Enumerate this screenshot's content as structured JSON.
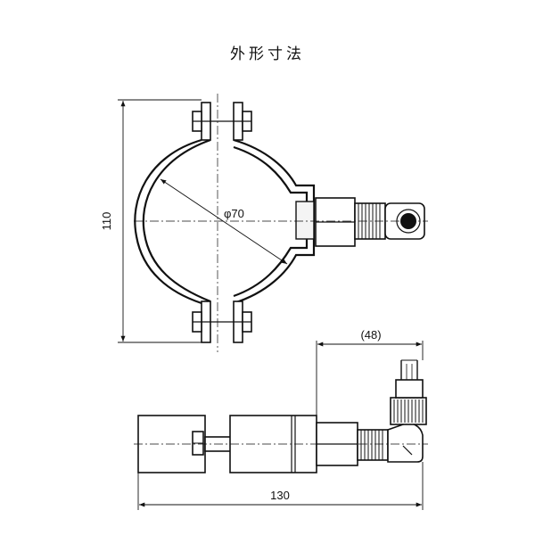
{
  "title": "外形寸法",
  "dimensions": {
    "height": "110",
    "diameter": "φ70",
    "length": "130",
    "offset": "(48)"
  }
}
